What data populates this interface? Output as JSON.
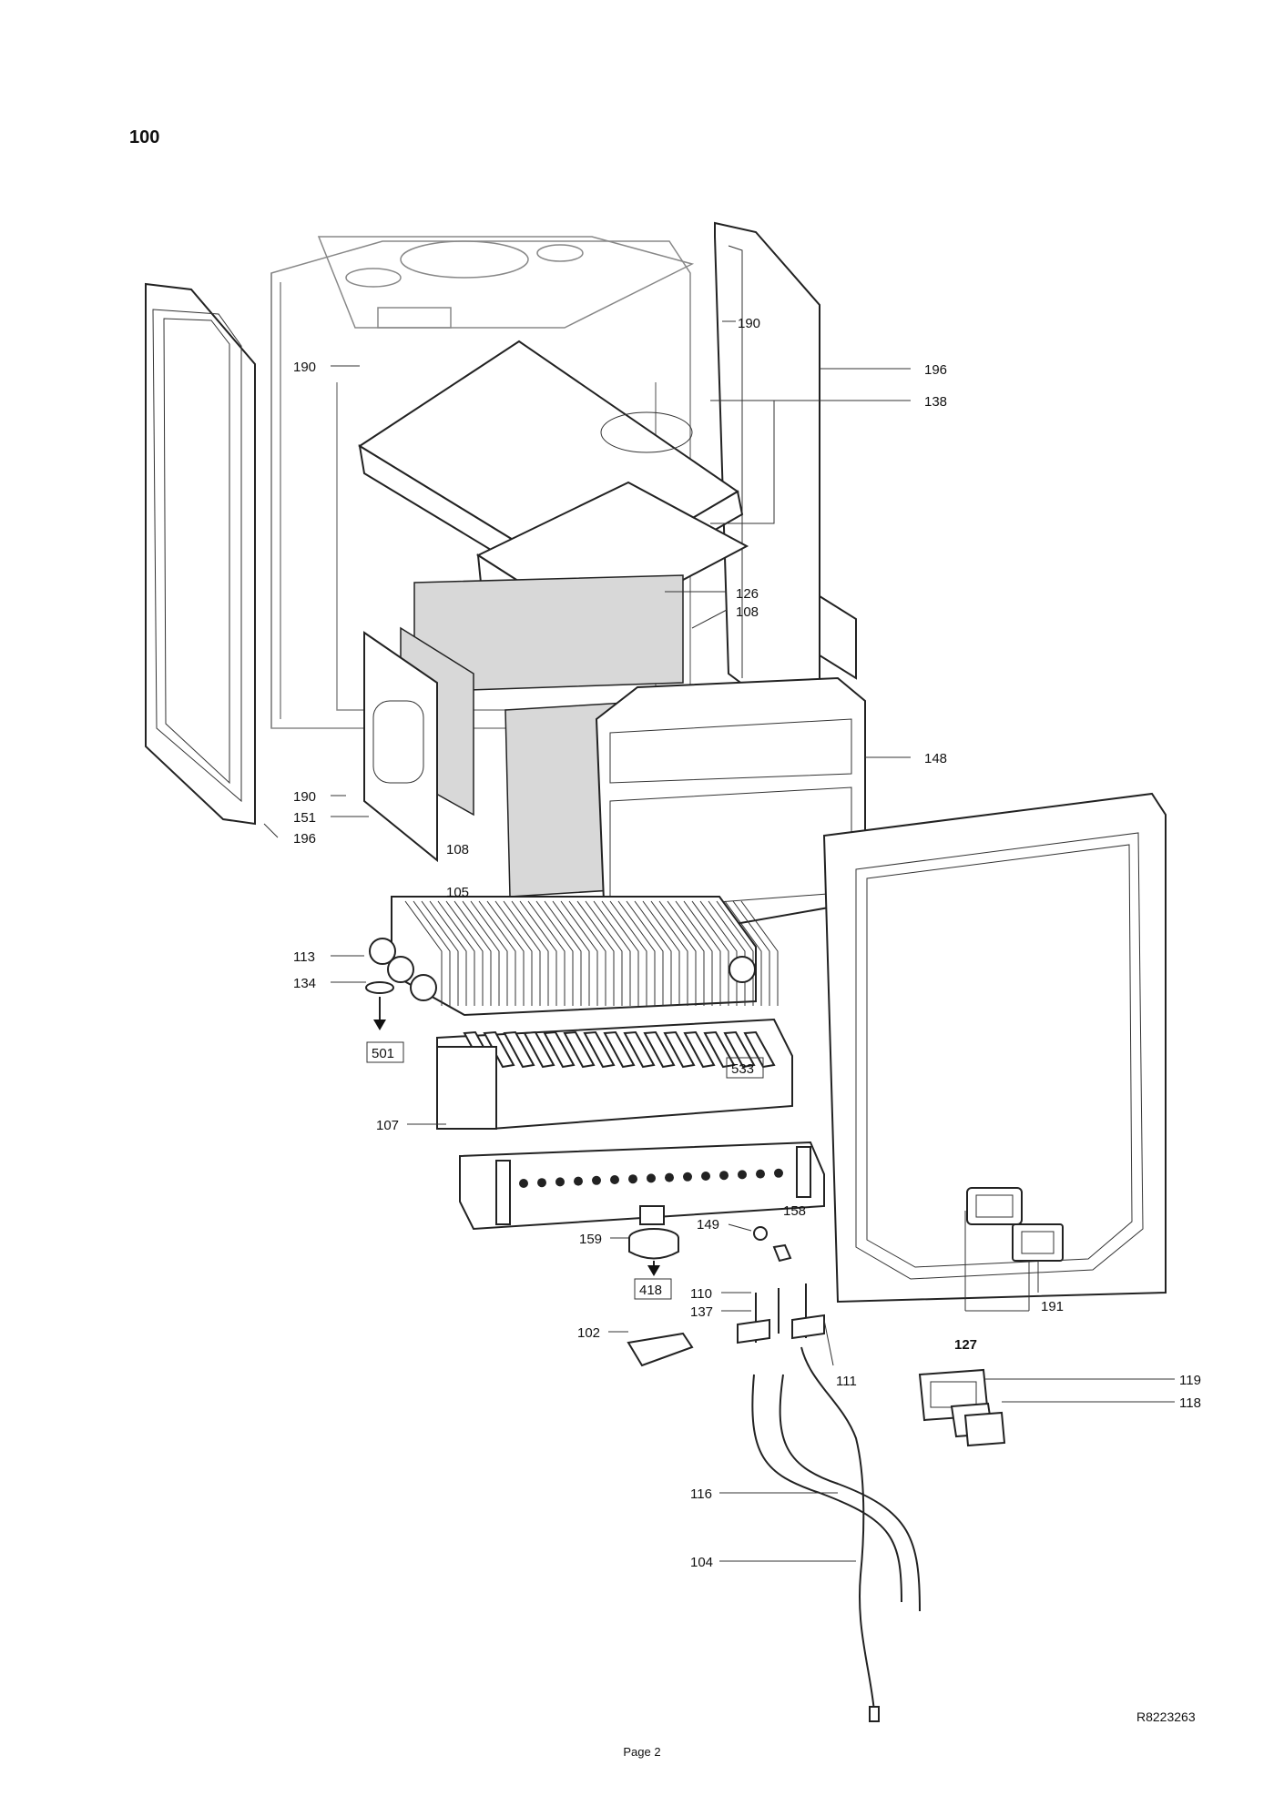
{
  "section_number": "100",
  "drawing_reference": "R8223263",
  "page_label": "Page 2",
  "callouts": [
    "190",
    "190",
    "196",
    "138",
    "126",
    "108",
    "190",
    "151",
    "196",
    "108",
    "105",
    "148",
    "113",
    "134",
    "107",
    "159",
    "149",
    "158",
    "110",
    "137",
    "111",
    "102",
    "191",
    "127",
    "119",
    "118",
    "116",
    "104"
  ],
  "boxed_callouts": [
    "501",
    "533",
    "418"
  ]
}
